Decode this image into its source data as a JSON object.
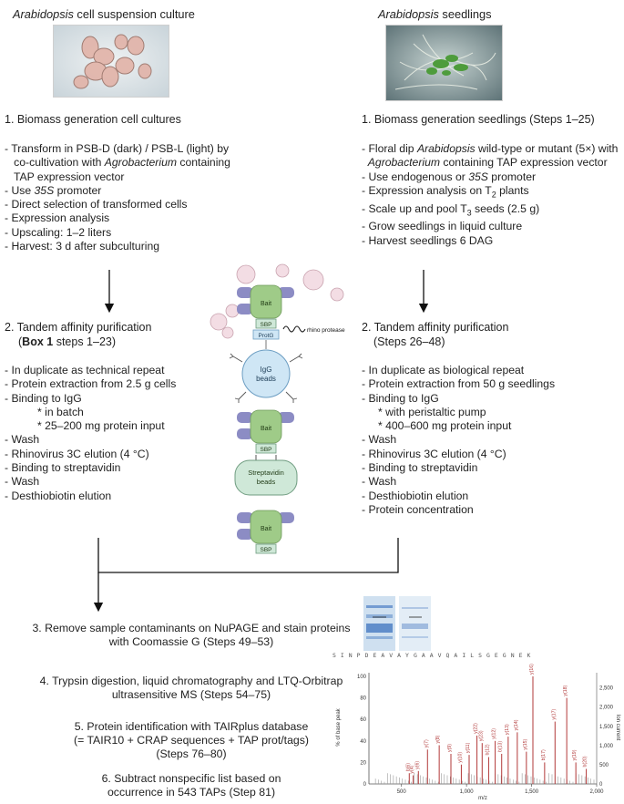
{
  "left": {
    "heading_em": "Arabidopsis",
    "heading_rest": " cell suspension culture",
    "step1": "1. Biomass generation cell cultures",
    "step1_items": [
      {
        "pre": "- Transform in PSB-D (dark) / PSB-L (light) by",
        "em": "",
        "post": ""
      },
      {
        "pre": "  co-cultivation with ",
        "em": "Agrobacterium",
        "post": " containing"
      },
      {
        "pre": "  TAP expression vector",
        "em": "",
        "post": ""
      },
      {
        "pre": "- Use ",
        "em": "35S",
        "post": " promoter"
      },
      {
        "pre": "- Direct selection of transformed cells",
        "em": "",
        "post": ""
      },
      {
        "pre": "- Expression analysis",
        "em": "",
        "post": ""
      },
      {
        "pre": "- Upscaling: 1–2 liters",
        "em": "",
        "post": ""
      },
      {
        "pre": "- Harvest: 3 d after subculturing",
        "em": "",
        "post": ""
      }
    ],
    "step2": "2. Tandem affinity purification",
    "step2_sub_pre": "(",
    "step2_sub_bold": "Box 1",
    "step2_sub_post": " steps 1–23)",
    "step2_items": [
      "- In duplicate as technical repeat",
      "- Protein extraction from 2.5 g cells",
      "- Binding to IgG",
      "       * in batch",
      "       * 25–200 mg protein input",
      "- Wash",
      "- Rhinovirus 3C elution (4 °C)",
      "- Binding to streptavidin",
      "- Wash",
      "- Desthiobiotin elution"
    ]
  },
  "right": {
    "heading_em": "Arabidopsis",
    "heading_rest": " seedlings",
    "step1": "1. Biomass generation seedlings (Steps 1–25)",
    "step1_line1_pre": "- Floral dip ",
    "step1_line1_em": "Arabidopsis",
    "step1_line1_post": " wild-type or mutant (5×) with",
    "step1_line2_em": "Agrobacterium",
    "step1_line2_post": " containing TAP expression vector",
    "step1_line3_pre": "- Use endogenous or ",
    "step1_line3_em": "35S",
    "step1_line3_post": " promoter",
    "step1_line4_pre": "- Expression analysis on T",
    "step1_line4_sub": "2",
    "step1_line4_post": " plants",
    "step1_line5_pre": "- Scale up and pool T",
    "step1_line5_sub": "3",
    "step1_line5_post": " seeds (2.5 g)",
    "step1_line6": "- Grow seedlings in liquid culture",
    "step1_line7": "- Harvest seedlings 6 DAG",
    "step2": "2. Tandem affinity purification",
    "step2_sub": "(Steps 26–48)",
    "step2_items": [
      "- In duplicate as biological repeat",
      "- Protein extraction from 50 g seedlings",
      "- Binding to IgG",
      "     * with peristaltic pump",
      "     * 400–600 mg protein input",
      "- Wash",
      "- Rhinovirus 3C elution (4 °C)",
      "- Binding to streptavidin",
      "- Wash",
      "- Desthiobiotin elution",
      "- Protein concentration"
    ]
  },
  "diagram": {
    "bait": "Bait",
    "sbp": "SBP",
    "protg": "ProtG",
    "protease": "rhino protease",
    "igg": [
      "IgG",
      "beads"
    ],
    "strep": [
      "Streptavidin",
      "beads"
    ]
  },
  "bottom": {
    "step3": [
      "3. Remove sample contaminants on NuPAGE and stain proteins",
      "with Coomassie G (Steps 49–53)"
    ],
    "step4": [
      "4. Trypsin digestion, liquid chromatography and LTQ-Orbitrap",
      "ultrasensitive MS (Steps 54–75)"
    ],
    "step5": [
      "5. Protein identification with TAIRplus database",
      "(= TAIR10 + CRAP sequences + TAP prot/tags)",
      "(Steps 76–80)"
    ],
    "step6": [
      "6. Subtract nonspecific list based on",
      "occurrence in 543 TAPs (Step 81)"
    ]
  },
  "spectrum": {
    "sequence": "S I N P D E A V A Y G A A V Q A I L S G E G N E K",
    "ylabel": "% of base peak",
    "y2label": "Ion current",
    "xlabel": "m/z",
    "xticks": [
      "500",
      "1,000",
      "1,500",
      "2,000"
    ],
    "yticks": [
      "0",
      "20",
      "40",
      "60",
      "80",
      "100"
    ],
    "y2ticks": [
      "0",
      "500",
      "1,000",
      "1,500",
      "2,000",
      "2,500"
    ],
    "peaks": [
      {
        "label": "b(6)",
        "mz": 560,
        "rel": 10
      },
      {
        "label": "y(4)",
        "mz": 590,
        "rel": 8
      },
      {
        "label": "y(6)",
        "mz": 630,
        "rel": 12
      },
      {
        "label": "y(7)",
        "mz": 700,
        "rel": 32
      },
      {
        "label": "y(8)",
        "mz": 790,
        "rel": 36
      },
      {
        "label": "y(9)",
        "mz": 880,
        "rel": 28
      },
      {
        "label": "y(10)",
        "mz": 960,
        "rel": 18
      },
      {
        "label": "y(11)",
        "mz": 1020,
        "rel": 27
      },
      {
        "label": "y(22)",
        "mz": 1080,
        "rel": 45
      },
      {
        "label": "y(23)",
        "mz": 1120,
        "rel": 38
      },
      {
        "label": "b(12)",
        "mz": 1170,
        "rel": 25
      },
      {
        "label": "y(12)",
        "mz": 1220,
        "rel": 40
      },
      {
        "label": "b(13)",
        "mz": 1270,
        "rel": 28
      },
      {
        "label": "y(13)",
        "mz": 1320,
        "rel": 44
      },
      {
        "label": "y(14)",
        "mz": 1390,
        "rel": 48
      },
      {
        "label": "y(15)",
        "mz": 1460,
        "rel": 30
      },
      {
        "label": "y(16)",
        "mz": 1510,
        "rel": 100
      },
      {
        "label": "b(17)",
        "mz": 1600,
        "rel": 20
      },
      {
        "label": "y(17)",
        "mz": 1680,
        "rel": 58
      },
      {
        "label": "y(18)",
        "mz": 1770,
        "rel": 80
      },
      {
        "label": "y(19)",
        "mz": 1840,
        "rel": 20
      },
      {
        "label": "b(20)",
        "mz": 1920,
        "rel": 14
      }
    ]
  },
  "colors": {
    "bait": "#9fcb88",
    "purple": "#8c8cc4",
    "igg": "#cfe6f5",
    "strep": "#cfe8d8",
    "pink": "#f3dde4",
    "peak": "#b23a3a",
    "gel": "#4d7fc4"
  }
}
